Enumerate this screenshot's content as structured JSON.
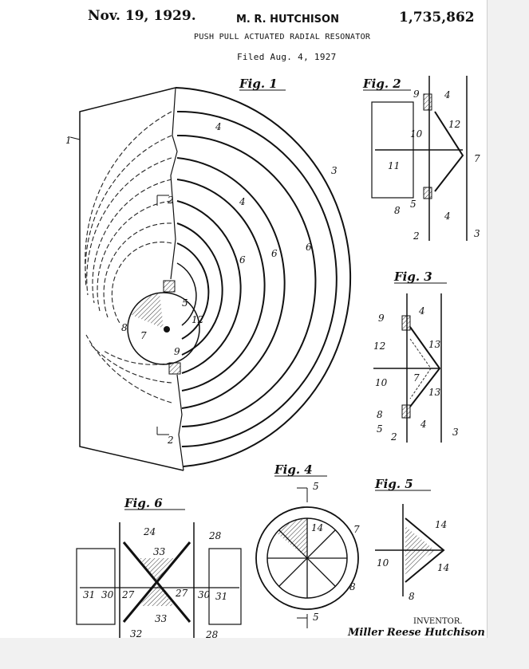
{
  "header": {
    "date": "Nov. 19, 1929.",
    "inventor_name": "M. R. HUTCHISON",
    "patent_number": "1,735,862",
    "title": "PUSH PULL ACTUATED RADIAL RESONATOR",
    "filed": "Filed Aug. 4, 1927"
  },
  "figures": {
    "fig1": {
      "label": "Fig. 1",
      "refs": {
        "r1": "1",
        "r2a": "2",
        "r2b": "2",
        "r3": "3",
        "r4a": "4",
        "r4b": "4",
        "r5": "5",
        "r6a": "6",
        "r6b": "6",
        "r6c": "6",
        "r7": "7",
        "r8": "8",
        "r9": "9",
        "r12": "12"
      }
    },
    "fig2": {
      "label": "Fig. 2",
      "refs": {
        "r9": "9",
        "r4a": "4",
        "r12": "12",
        "r10": "10",
        "r11": "11",
        "r7": "7",
        "r8": "8",
        "r5": "5",
        "r4b": "4",
        "r2": "2",
        "r3": "3"
      }
    },
    "fig3": {
      "label": "Fig. 3",
      "refs": {
        "r4a": "4",
        "r9": "9",
        "r12": "12",
        "r13a": "13",
        "r10": "10",
        "r7": "7",
        "r13b": "13",
        "r8": "8",
        "r4b": "4",
        "r5": "5",
        "r2": "2",
        "r3": "3"
      }
    },
    "fig4": {
      "label": "Fig. 4",
      "refs": {
        "r5a": "5",
        "r14": "14",
        "r7": "7",
        "r8": "8",
        "r5b": "5"
      }
    },
    "fig5": {
      "label": "Fig. 5",
      "refs": {
        "r14a": "14",
        "r10": "10",
        "r14b": "14",
        "r8": "8"
      }
    },
    "fig6": {
      "label": "Fig. 6",
      "refs": {
        "r24": "24",
        "r28a": "28",
        "r33a": "33",
        "r31a": "31",
        "r30a": "30",
        "r27a": "27",
        "r27b": "27",
        "r30b": "30",
        "r31b": "31",
        "r33b": "33",
        "r32": "32",
        "r28b": "28"
      }
    }
  },
  "footer": {
    "inventor_label": "INVENTOR.",
    "signature": "Miller Reese Hutchison"
  }
}
